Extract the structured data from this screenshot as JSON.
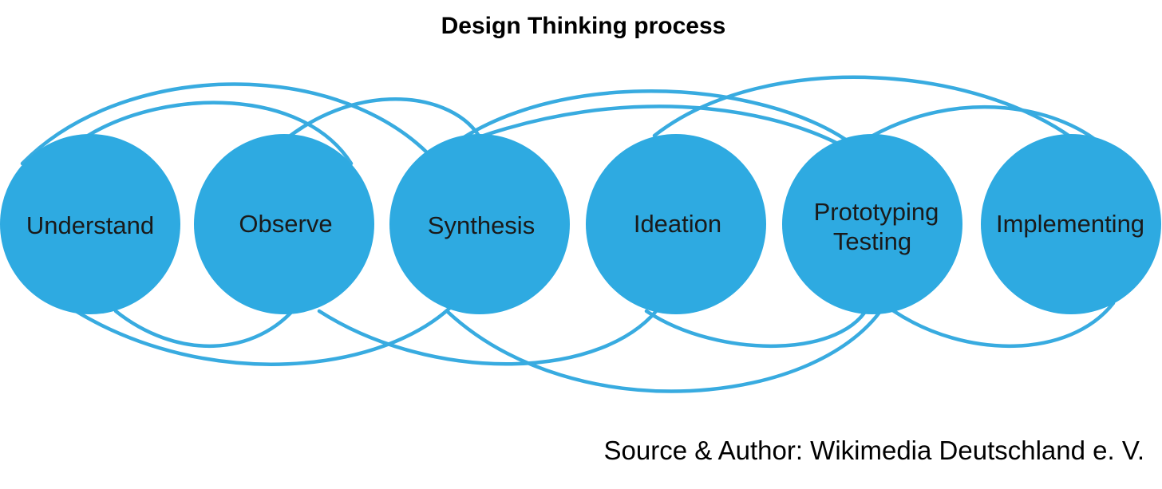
{
  "title": "Design Thinking process",
  "credit": "Source & Author: Wikimedia Deutschland e. V.",
  "stages": [
    {
      "lines": [
        "Understand"
      ]
    },
    {
      "lines": [
        "Observe"
      ]
    },
    {
      "lines": [
        "Synthesis"
      ]
    },
    {
      "lines": [
        "Ideation"
      ]
    },
    {
      "lines": [
        "Prototyping",
        "Testing"
      ]
    },
    {
      "lines": [
        "Implementing"
      ]
    }
  ],
  "colors": {
    "circle": "#2eaae1",
    "loop": "#38abe0",
    "text": "#1a1a1a"
  }
}
